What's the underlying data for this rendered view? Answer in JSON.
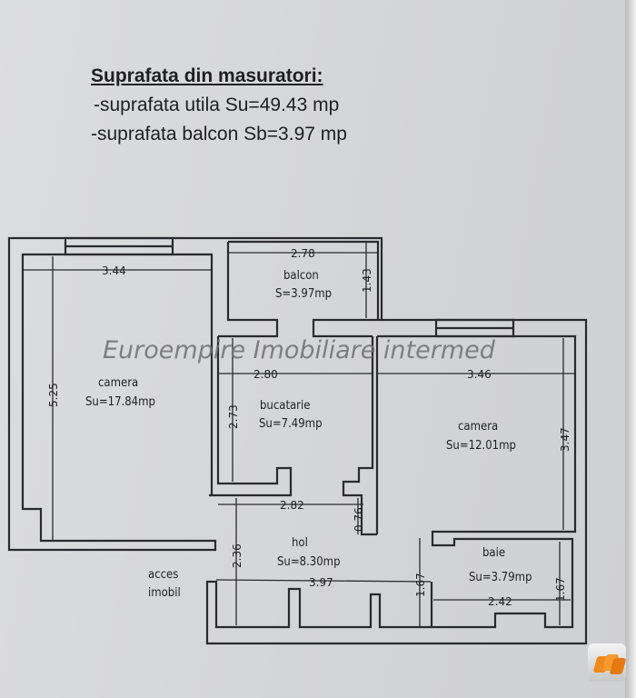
{
  "header": {
    "title": "Suprafata din masuratori:",
    "line1": "-suprafata utila Su=49.43 mp",
    "line2": "-suprafata balcon Sb=3.97 mp"
  },
  "watermark": "Euroempire Imobiliare intermed",
  "rooms": {
    "camera1": {
      "name": "camera",
      "area": "Su=17.84mp"
    },
    "balcon": {
      "name": "balcon",
      "area": "S=3.97mp"
    },
    "bucatarie": {
      "name": "bucatarie",
      "area": "Su=7.49mp"
    },
    "camera2": {
      "name": "camera",
      "area": "Su=12.01mp"
    },
    "hol": {
      "name": "hol",
      "area": "Su=8.30mp"
    },
    "baie": {
      "name": "baie",
      "area": "Su=3.79mp"
    }
  },
  "access": {
    "line1": "acces",
    "line2": "imobil"
  },
  "dimensions": {
    "camera1_width": "3.44",
    "camera1_length": "5.25",
    "balcon_width": "2.78",
    "balcon_depth": "1.43",
    "bucatarie_width": "2.80",
    "bucatarie_length": "2.73",
    "camera2_width": "3.46",
    "camera2_length": "3.47",
    "hol_width_top": "2.82",
    "hol_step": "0.76",
    "hol_length": "2.36",
    "hol_width_bottom": "3.97",
    "hol_depth": "1.67",
    "baie_depth": "1.67",
    "baie_width": "2.42"
  },
  "colors": {
    "logo": "#f08a1c",
    "ink": "#2a2a2e"
  }
}
